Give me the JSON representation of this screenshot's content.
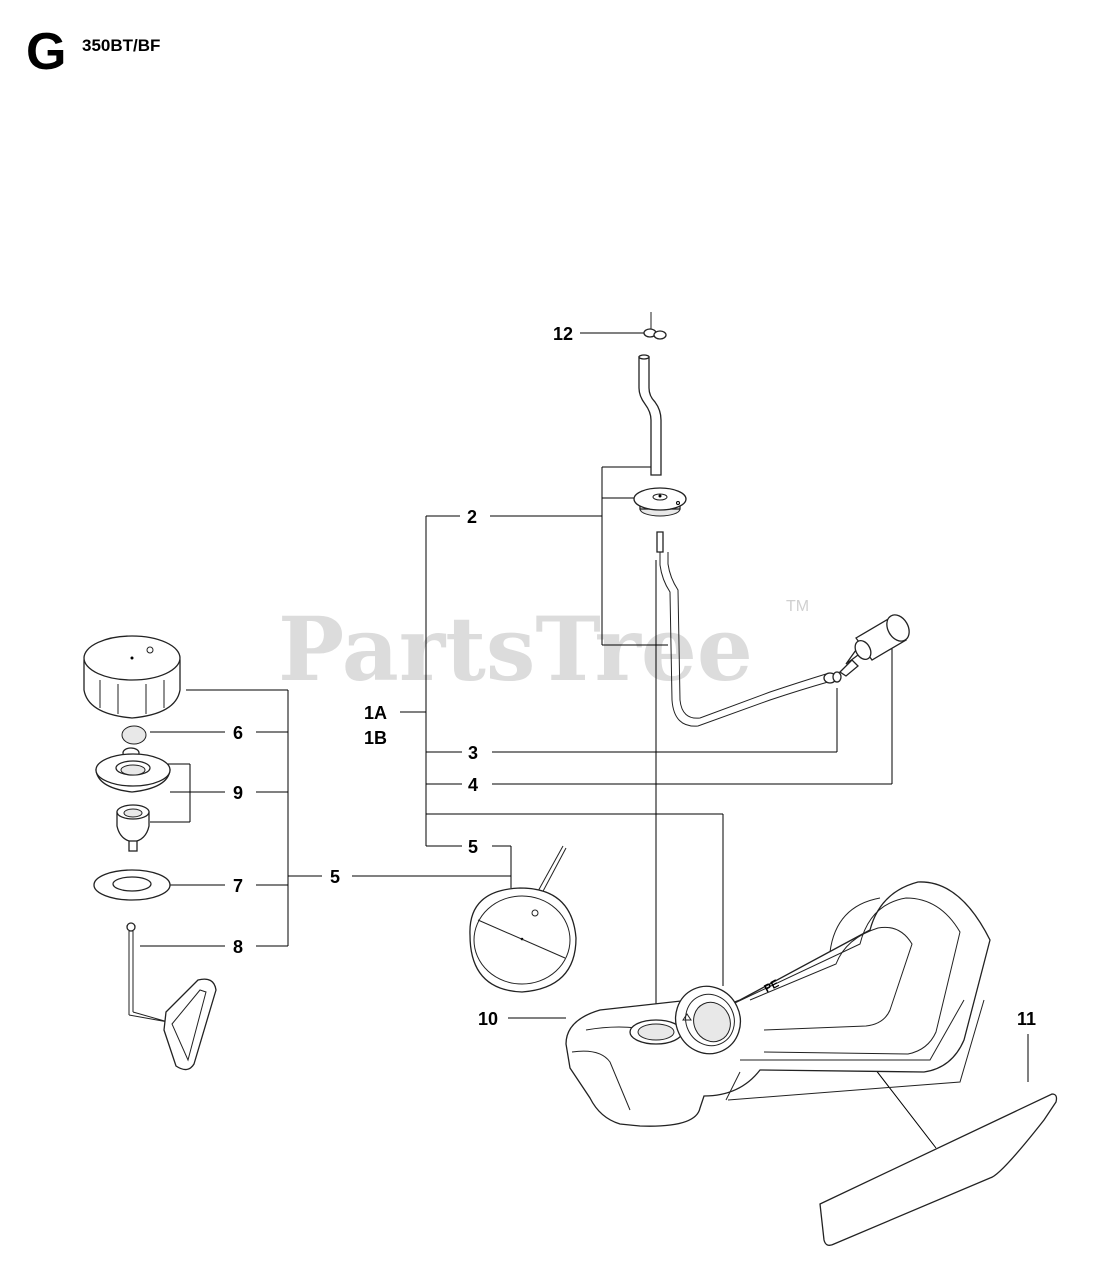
{
  "header": {
    "section_letter": "G",
    "model": "350BT/BF"
  },
  "watermark": {
    "brand": "PartsTree",
    "trademark": "TM"
  },
  "callouts": {
    "c12": "12",
    "c2": "2",
    "c1a": "1A",
    "c1b": "1B",
    "c3": "3",
    "c4": "4",
    "c5_tank": "5",
    "c5_cap": "5",
    "c6": "6",
    "c7": "7",
    "c8": "8",
    "c9": "9",
    "c10": "10",
    "c11": "11"
  },
  "tank_marking": "PE"
}
